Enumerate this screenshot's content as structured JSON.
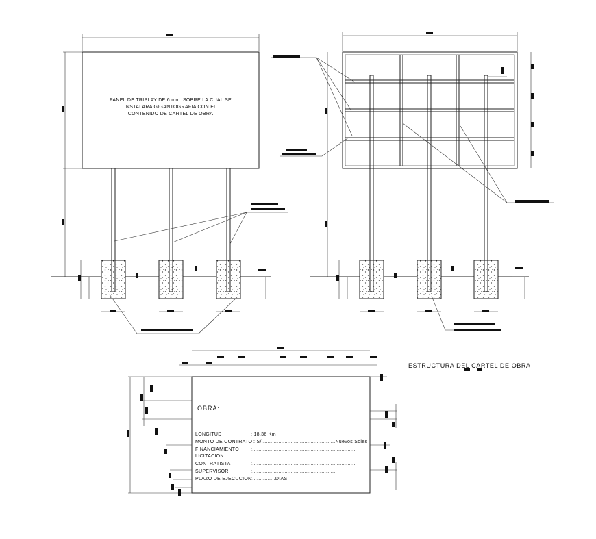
{
  "drawing_title": "ESTRUCTURA DEL CARTEL DE OBRA",
  "panel_note": [
    "PANEL DE TRIPLAY  DE 6 mm. SOBRE LA CUAL SE",
    "INSTALARA GIGANTOGRAFIA CON EL",
    "CONTENIDO DE CARTEL DE OBRA"
  ],
  "sign": {
    "heading": "OBRA:",
    "rows": [
      {
        "label": "LONGITUD",
        "value": ":      18.36   Km"
      },
      {
        "label": "MONTO DE CONTRATO",
        "value": ": S/................................................Nuevos Soles"
      },
      {
        "label": "FINANCIAMIENTO",
        "value": ":......................................................................................................................................................................................................................................................................................................................................................................................................................................................................................................................................................................................................................................"
      },
      {
        "label": "LICITACION",
        "value": ":.........................................................................................................................................................................................................................................................................................................................................................................................................................................................................................................................................................................................................................................."
      },
      {
        "label": "CONTRATISTA",
        "value": ":................................................................................................................................................................................................................................................................................................................................................................................................................................................................................................................................................................................................................................................."
      },
      {
        "label": "SUPERVISOR",
        "value": ":................................................................................................................................................................................................................................................................................................................................................................................................................................................................................................................................................................................................................................................"
      },
      {
        "label": "PLAZO DE EJECUCION",
        "value": ":...............DIAS."
      }
    ]
  },
  "colors": {
    "line": "#222222",
    "background": "#ffffff"
  }
}
